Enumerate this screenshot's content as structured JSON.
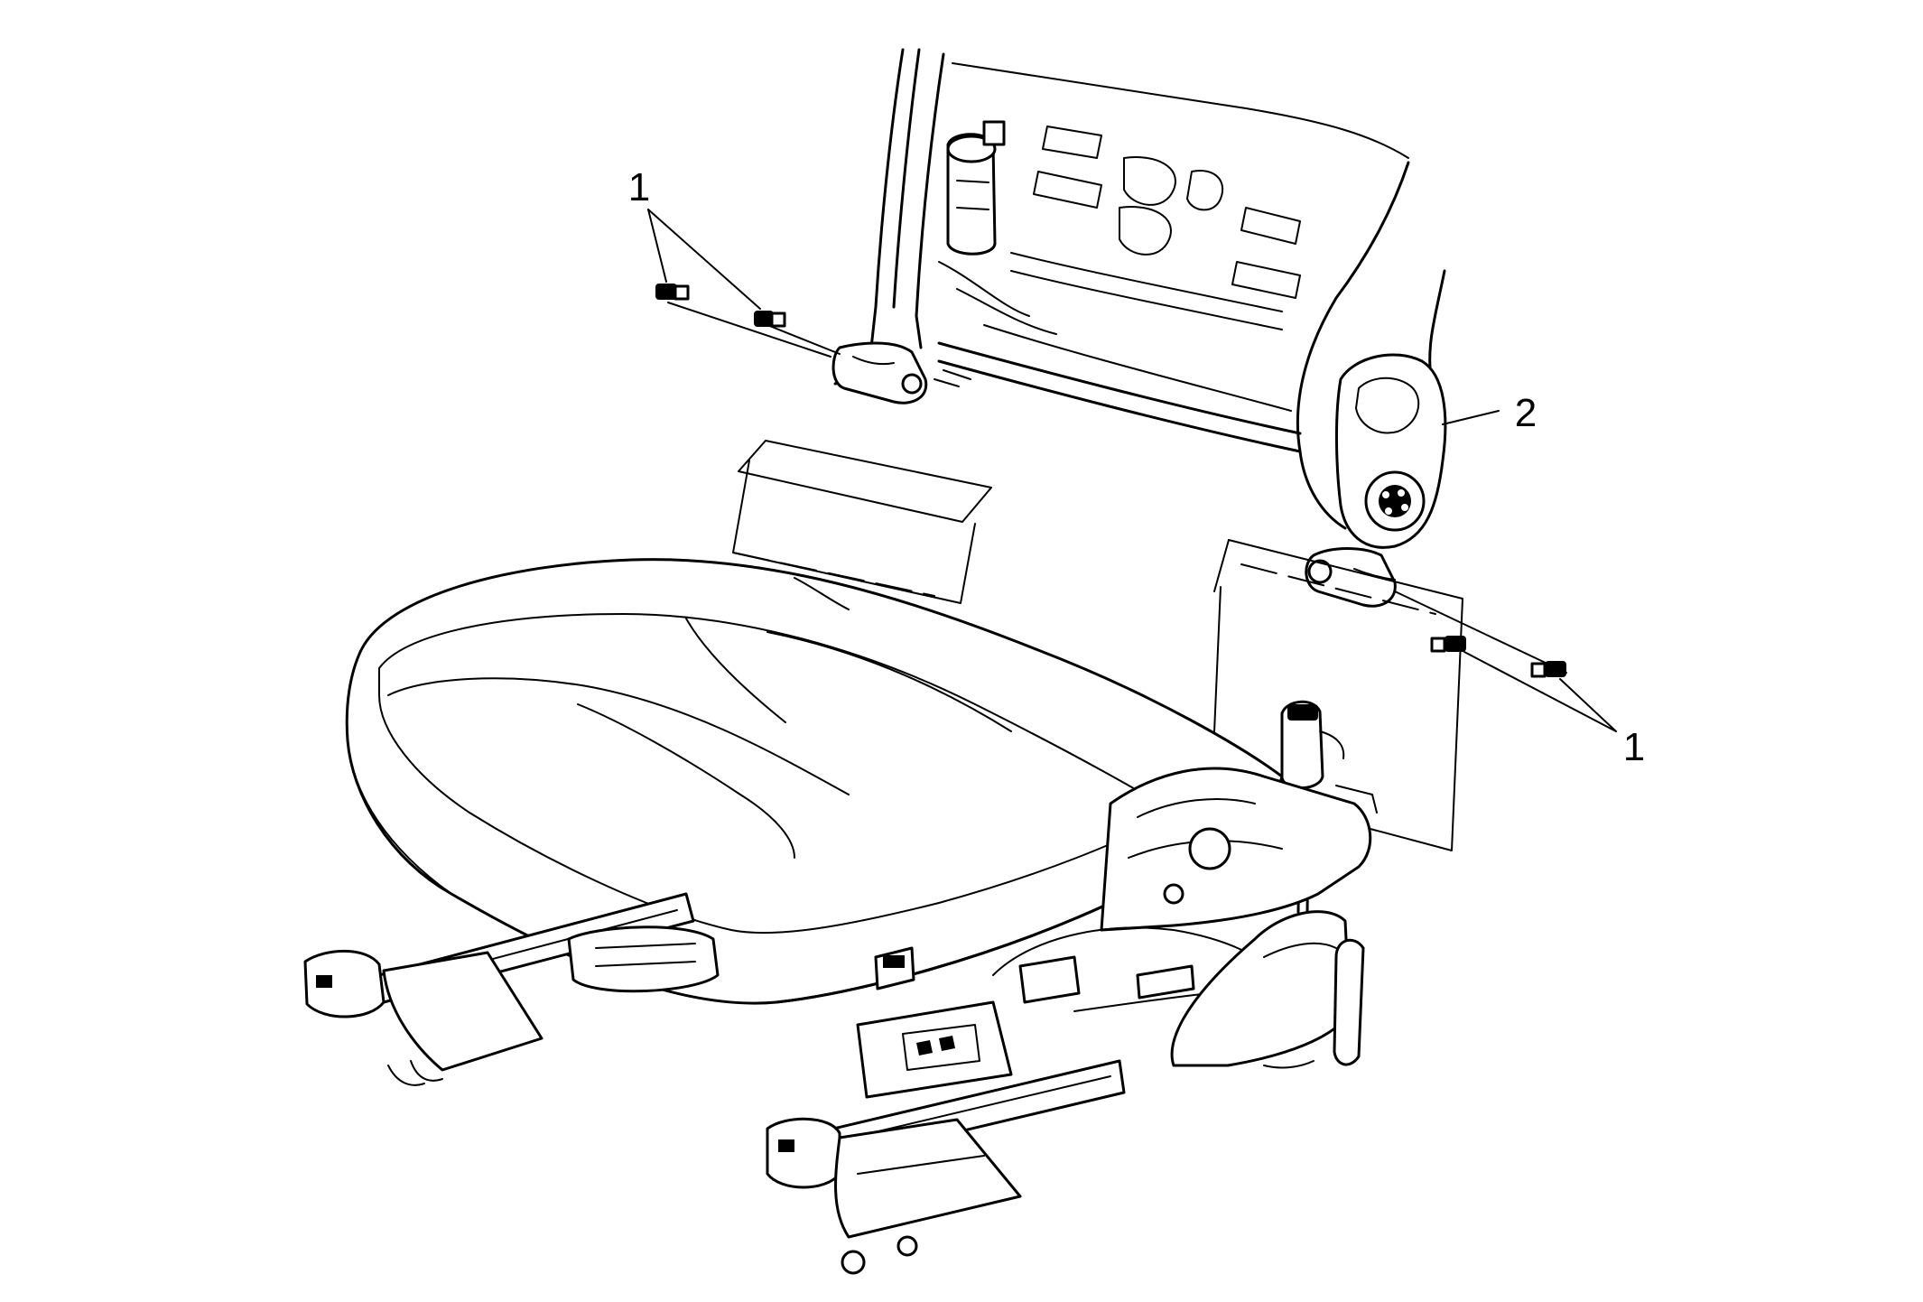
{
  "callouts": {
    "fastener_upper_left": "1",
    "seatback_frame": "2",
    "fastener_lower_right": "1"
  }
}
